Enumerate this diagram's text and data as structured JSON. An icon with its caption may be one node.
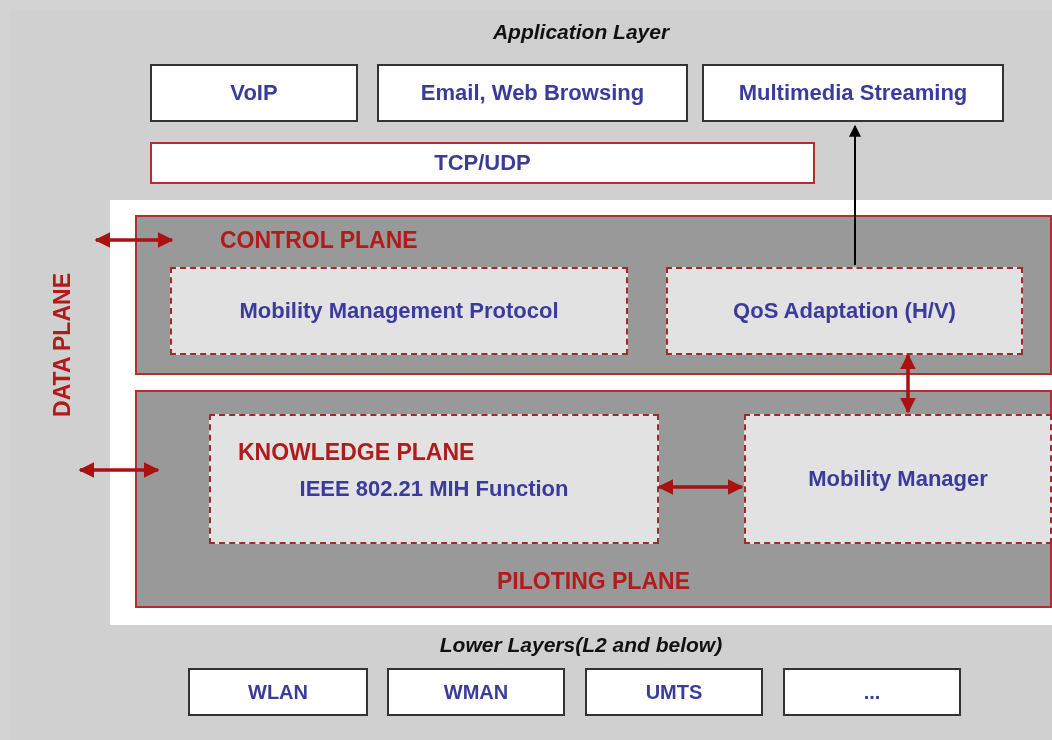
{
  "diagram": {
    "nodes": [
      {
        "text": [
          "Application Layer"
        ]
      },
      {
        "text": [
          "VoIP"
        ],
        "in": 0
      },
      {
        "text": [
          "Email, Web Browsing"
        ],
        "in": 0
      },
      {
        "text": [
          "Multimedia Streaming"
        ],
        "in": 0
      },
      {
        "text": [
          "TCP/UDP"
        ],
        "in": 0
      },
      {
        "text": [
          "DATA PLANE"
        ]
      },
      {
        "text": [
          "CONTROL PLANE"
        ]
      },
      {
        "text": [
          "Mobility Management Protocol"
        ],
        "in": 6
      },
      {
        "text": [
          "QoS Adaptation (H/V)"
        ],
        "in": 6
      },
      {
        "text": [
          "PILOTING PLANE"
        ]
      },
      {
        "text": [
          "KNOWLEDGE PLANE",
          "IEEE 802.21 MIH Function"
        ],
        "in": 9
      },
      {
        "text": [
          "Mobility Manager"
        ],
        "in": 9
      },
      {
        "text": [
          "Lower Layers(L2 and below)"
        ]
      },
      {
        "text": [
          "WLAN"
        ],
        "in": 12
      },
      {
        "text": [
          "WMAN"
        ],
        "in": 12
      },
      {
        "text": [
          "UMTS"
        ],
        "in": 12
      },
      {
        "text": [
          "..."
        ],
        "in": 12
      }
    ],
    "edges": [
      {
        "from": 8,
        "to": 3,
        "arrow": "to",
        "color": "#000000"
      },
      {
        "from": 8,
        "to": 11,
        "arrow": "both"
      },
      {
        "from": 10,
        "to": 11,
        "arrow": "both"
      },
      {
        "from": 5,
        "to": 6,
        "arrow": "both"
      },
      {
        "from": 5,
        "to": 9,
        "arrow": "both"
      }
    ]
  }
}
